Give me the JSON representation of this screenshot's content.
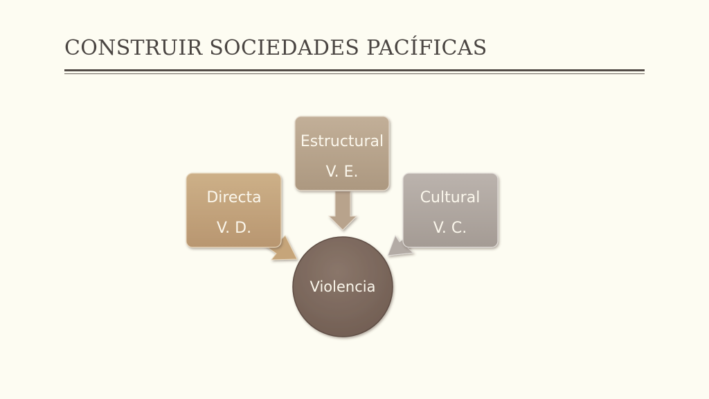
{
  "slide": {
    "title": "CONSTRUIR SOCIEDADES PACÍFICAS"
  },
  "diagram": {
    "center": {
      "label": "Violencia",
      "color": "#7e6a5f"
    },
    "nodes": [
      {
        "id": "directa",
        "line1": "Directa",
        "line2": "V. D.",
        "color": "#c4a57c"
      },
      {
        "id": "estructural",
        "line1": "Estructural",
        "line2": "V. E.",
        "color": "#b9a690"
      },
      {
        "id": "cultural",
        "line1": "Cultural",
        "line2": "V. C.",
        "color": "#b0a8a2"
      }
    ]
  }
}
